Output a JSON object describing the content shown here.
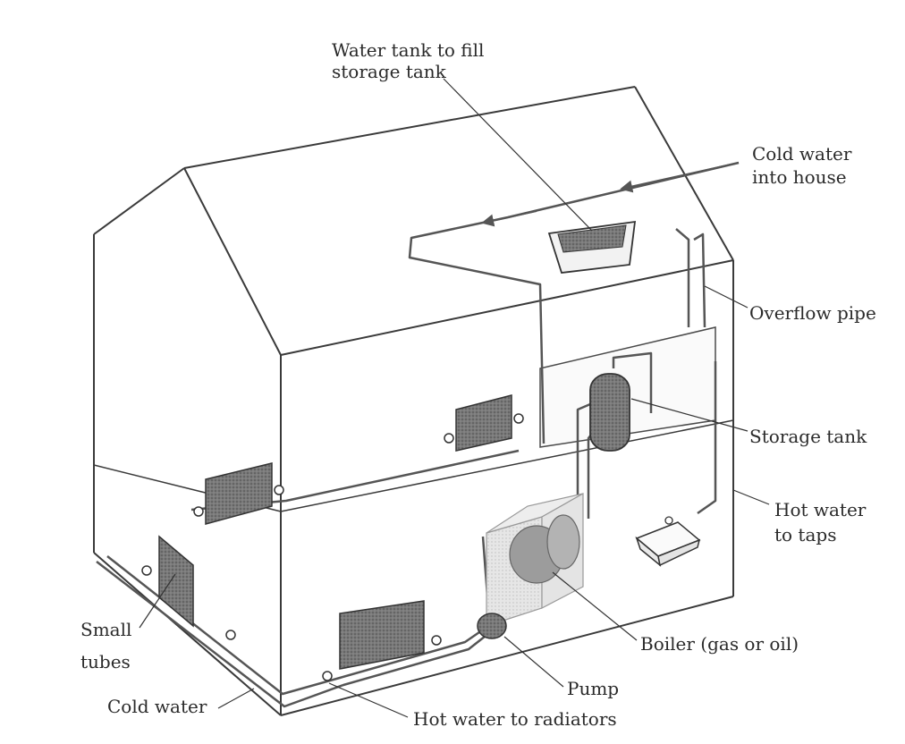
{
  "labels": {
    "water_tank_to_fill_1": "Water tank to fill",
    "water_tank_to_fill_2": "storage tank",
    "cold_water_into_house_1": "Cold water",
    "cold_water_into_house_2": "into house",
    "overflow_pipe": "Overflow pipe",
    "storage_tank": "Storage tank",
    "hot_water_to_taps_1": "Hot water",
    "hot_water_to_taps_2": "to taps",
    "boiler": "Boiler (gas or oil)",
    "pump": "Pump",
    "hot_water_to_radiators": "Hot water to radiators",
    "cold_water": "Cold water",
    "small_tubes_1": "Small",
    "small_tubes_2": "tubes"
  },
  "colors": {
    "line": "#3a3a3a",
    "pipe": "#555555",
    "radiator": "#6f6f6f",
    "tank_dark": "#5a5a5a",
    "boiler_fill": "#e3e3e3",
    "text": "#2a2a2a"
  }
}
